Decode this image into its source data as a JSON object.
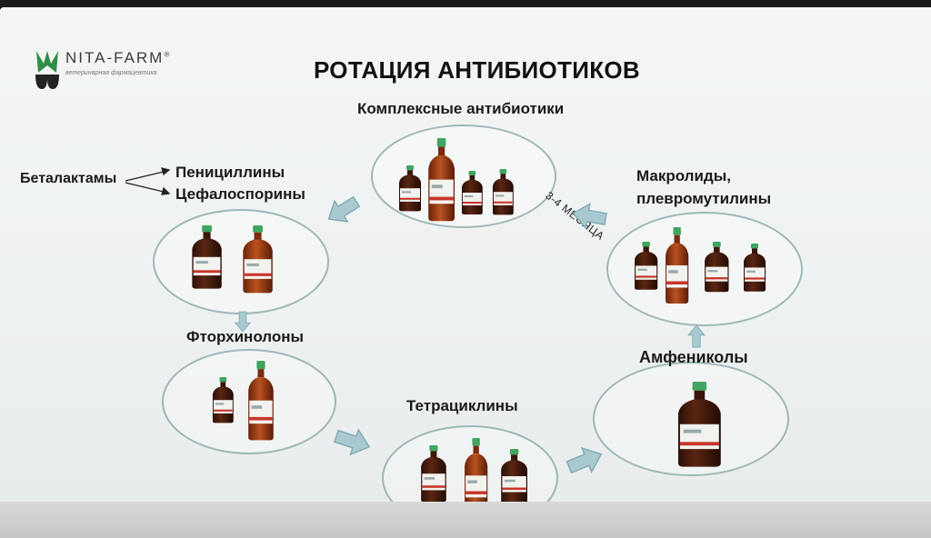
{
  "logo": {
    "name": "NITA-FARM",
    "registered": "®",
    "tagline": "ветеринарная фармацевтика"
  },
  "title": "РОТАЦИЯ АНТИБИОТИКОВ",
  "groups": {
    "complex": "Комплексные антибиотики",
    "betalactams": "Беталактамы",
    "penicillins": "Пенициллины",
    "cephalosporins": "Цефалоспорины",
    "fluoroquinolones": "Фторхинолоны",
    "tetracyclines": "Тетрациклины",
    "amphenicols": "Амфениколы",
    "macrolides_line1": "Макролиды,",
    "macrolides_line2": "плевромутилины"
  },
  "period": "3-4 МЕСЯЦА",
  "colors": {
    "arrow": "#a9c9d0",
    "arrow_stroke": "#7fa9b3",
    "oval": "#9fb7b7",
    "bottle_dark": "#4a1e10",
    "bottle_red": "#a8431c",
    "cap": "#3fa560",
    "label": "#f2f2ee"
  }
}
